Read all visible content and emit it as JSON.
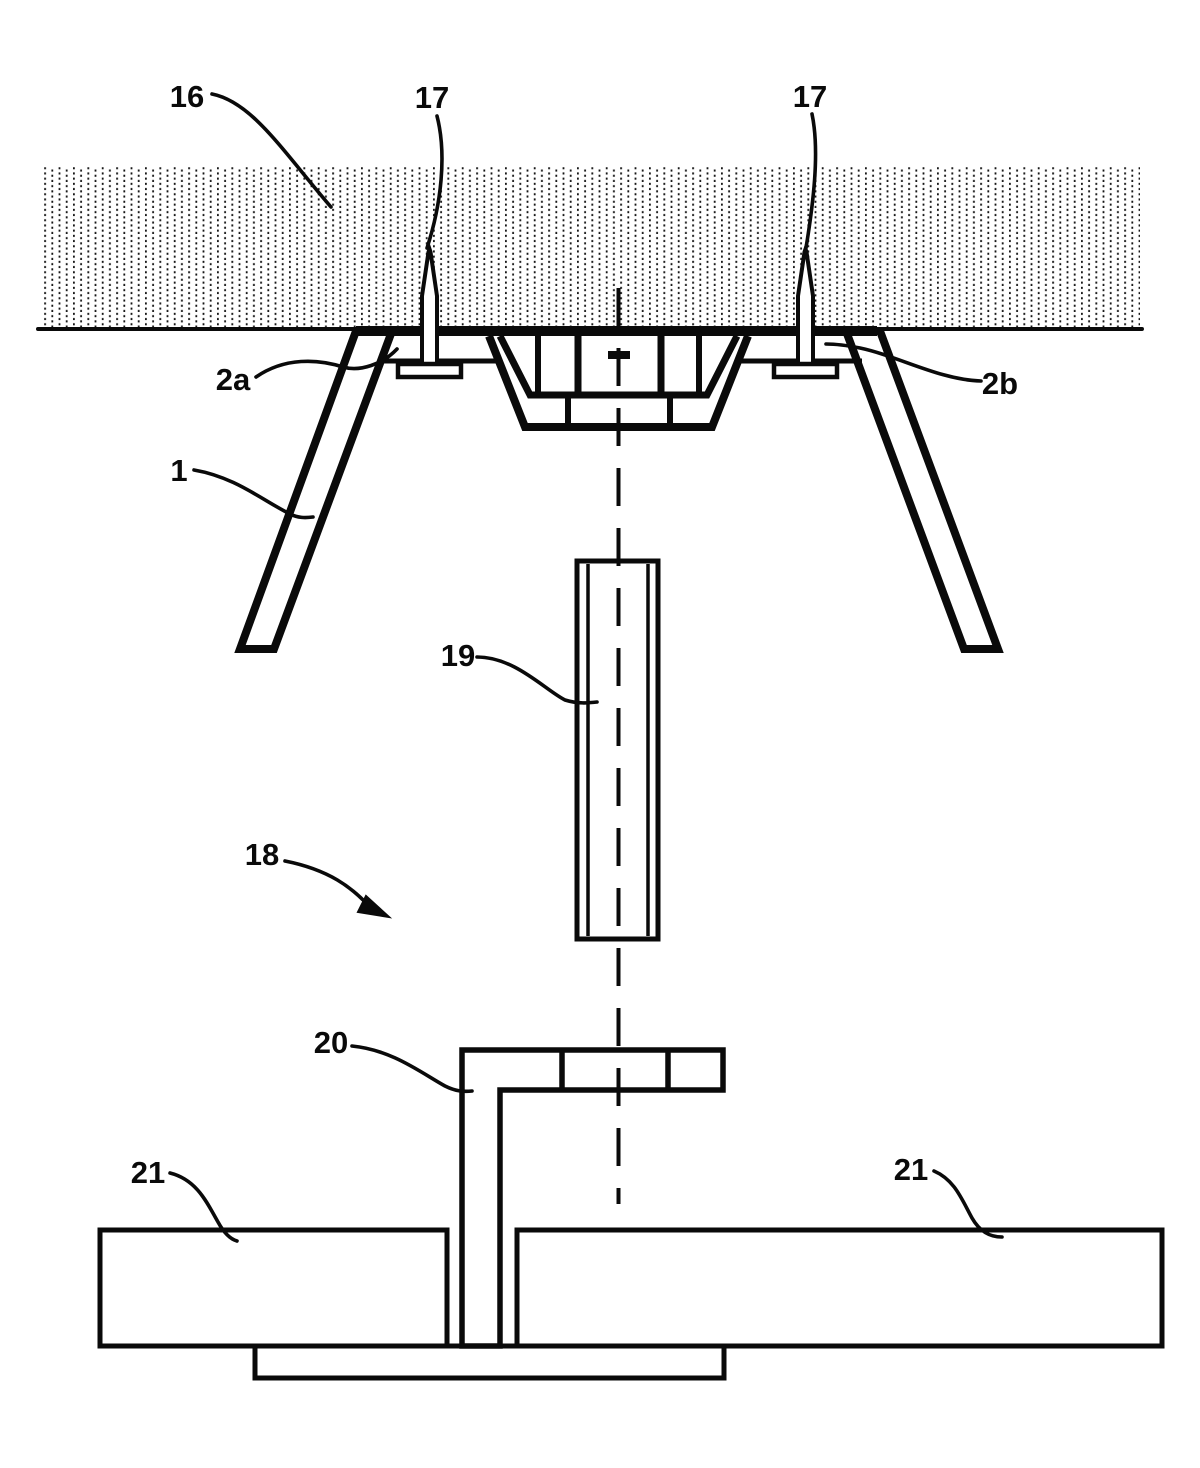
{
  "figure": {
    "type": "patent-line-drawing",
    "background": "#ffffff",
    "line_color": "#0a0a0a",
    "labels": [
      {
        "id": "16",
        "text": "16",
        "refers_to": "ceiling-hatch"
      },
      {
        "id": "17-left",
        "text": "17",
        "refers_to": "nail-left"
      },
      {
        "id": "17-right",
        "text": "17",
        "refers_to": "nail-right"
      },
      {
        "id": "2a",
        "text": "2a",
        "refers_to": "flange-left"
      },
      {
        "id": "2b",
        "text": "2b",
        "refers_to": "flange-right"
      },
      {
        "id": "1",
        "text": "1",
        "refers_to": "bracket-leg-left"
      },
      {
        "id": "19",
        "text": "19",
        "refers_to": "threaded-tube"
      },
      {
        "id": "18",
        "text": "18",
        "refers_to": "assembly-arrow"
      },
      {
        "id": "20",
        "text": "20",
        "refers_to": "l-bracket"
      },
      {
        "id": "21-left",
        "text": "21",
        "refers_to": "panel-left"
      },
      {
        "id": "21-right",
        "text": "21",
        "refers_to": "panel-right"
      }
    ]
  }
}
